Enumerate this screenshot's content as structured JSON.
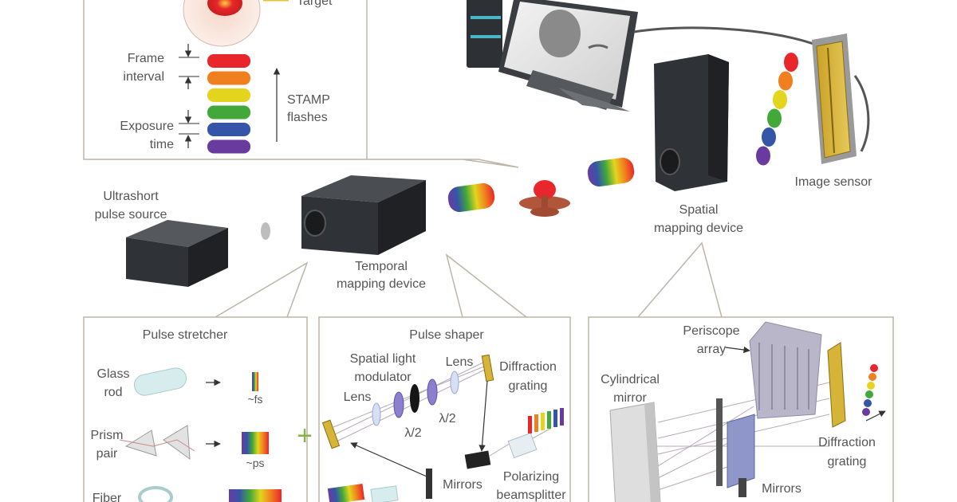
{
  "top_panel": {
    "target": "Target",
    "frame_interval": [
      "Frame",
      "interval"
    ],
    "exposure_time": [
      "Exposure",
      "time"
    ],
    "stamp_flashes": [
      "STAMP",
      "flashes"
    ]
  },
  "main": {
    "ultrashort": [
      "Ultrashort",
      "pulse source"
    ],
    "temporal": [
      "Temporal",
      "mapping device"
    ],
    "spatial": [
      "Spatial",
      "mapping device"
    ],
    "image_sensor": "Image sensor"
  },
  "stretcher": {
    "title": "Pulse stretcher",
    "glass_rod": [
      "Glass",
      "rod"
    ],
    "prism_pair": [
      "Prism",
      "pair"
    ],
    "fiber": "Fiber",
    "fs": "~fs",
    "ps": "~ps"
  },
  "shaper": {
    "title": "Pulse shaper",
    "slm": [
      "Spatial light",
      "modulator"
    ],
    "lens_left": "Lens",
    "lens_right": "Lens",
    "diffraction": [
      "Diffraction",
      "grating"
    ],
    "half_wave_1": "λ/2",
    "half_wave_2": "λ/2",
    "mirrors": "Mirrors",
    "polarizing": [
      "Polarizing",
      "beamsplitter"
    ]
  },
  "spatial_panel": {
    "periscope": [
      "Periscope",
      "array"
    ],
    "cylindrical": [
      "Cylindrical",
      "mirror"
    ],
    "diffraction": [
      "Diffraction",
      "grating"
    ],
    "mirrors": "Mirrors"
  },
  "colors": {
    "flashes": [
      "#e8262b",
      "#f07f1f",
      "#e3d51e",
      "#43a83a",
      "#3556a8",
      "#6a3b9e"
    ],
    "device": "#3b3f44",
    "panel_border": "#bdb6a8"
  },
  "icons": [
    "monitor-icon",
    "apple-icon",
    "target-icon",
    "plus-icon"
  ]
}
